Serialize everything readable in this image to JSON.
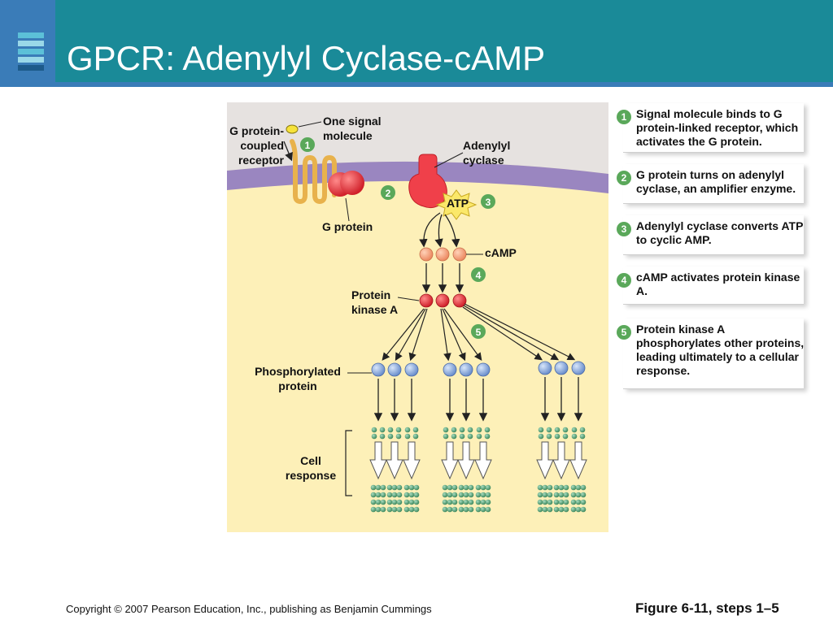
{
  "slide": {
    "title": "GPCR:  Adenylyl Cyclase-cAMP",
    "copyright": "Copyright © 2007 Pearson Education, Inc., publishing as Benjamin Cummings",
    "figure_ref": "Figure 6-11, steps 1–5"
  },
  "colors": {
    "header": "#1a8a98",
    "header_tab": "#3a7cb8",
    "cytoplasm": "#fdf0b8",
    "extracellular": "#e6e2e0",
    "membrane": "#9a86c0",
    "receptor": "#e8b24c",
    "g_protein": "#e0303a",
    "camp": "#f4a07a",
    "protein_kinase": "#d8202a",
    "protein": "#7a9ed8",
    "cell_response": "#4a9a6a",
    "step_badge": "#5aa85a"
  },
  "diagram": {
    "labels": {
      "one_signal_molecule": [
        "One signal",
        "molecule"
      ],
      "receptor": [
        "G protein-",
        "coupled",
        "receptor"
      ],
      "adenylyl_cyclase": [
        "Adenylyl",
        "cyclase"
      ],
      "g_protein": "G protein",
      "atp": "ATP",
      "camp": "cAMP",
      "protein_kinase_a": [
        "Protein",
        "kinase A"
      ],
      "phosphorylated_protein": [
        "Phosphorylated",
        "protein"
      ],
      "cell_response": [
        "Cell",
        "response"
      ]
    },
    "badges": [
      "1",
      "2",
      "3",
      "4",
      "5"
    ]
  },
  "steps": [
    {
      "num": "1",
      "text": "Signal molecule binds to G protein-linked receptor, which activates the G protein."
    },
    {
      "num": "2",
      "text": "G protein turns on adenylyl cyclase, an amplifier enzyme."
    },
    {
      "num": "3",
      "text": "Adenylyl cyclase converts ATP to cyclic AMP."
    },
    {
      "num": "4",
      "text": "cAMP activates protein kinase A."
    },
    {
      "num": "5",
      "text": "Protein kinase A phosphorylates other proteins, leading ultimately to a cellular response."
    }
  ]
}
